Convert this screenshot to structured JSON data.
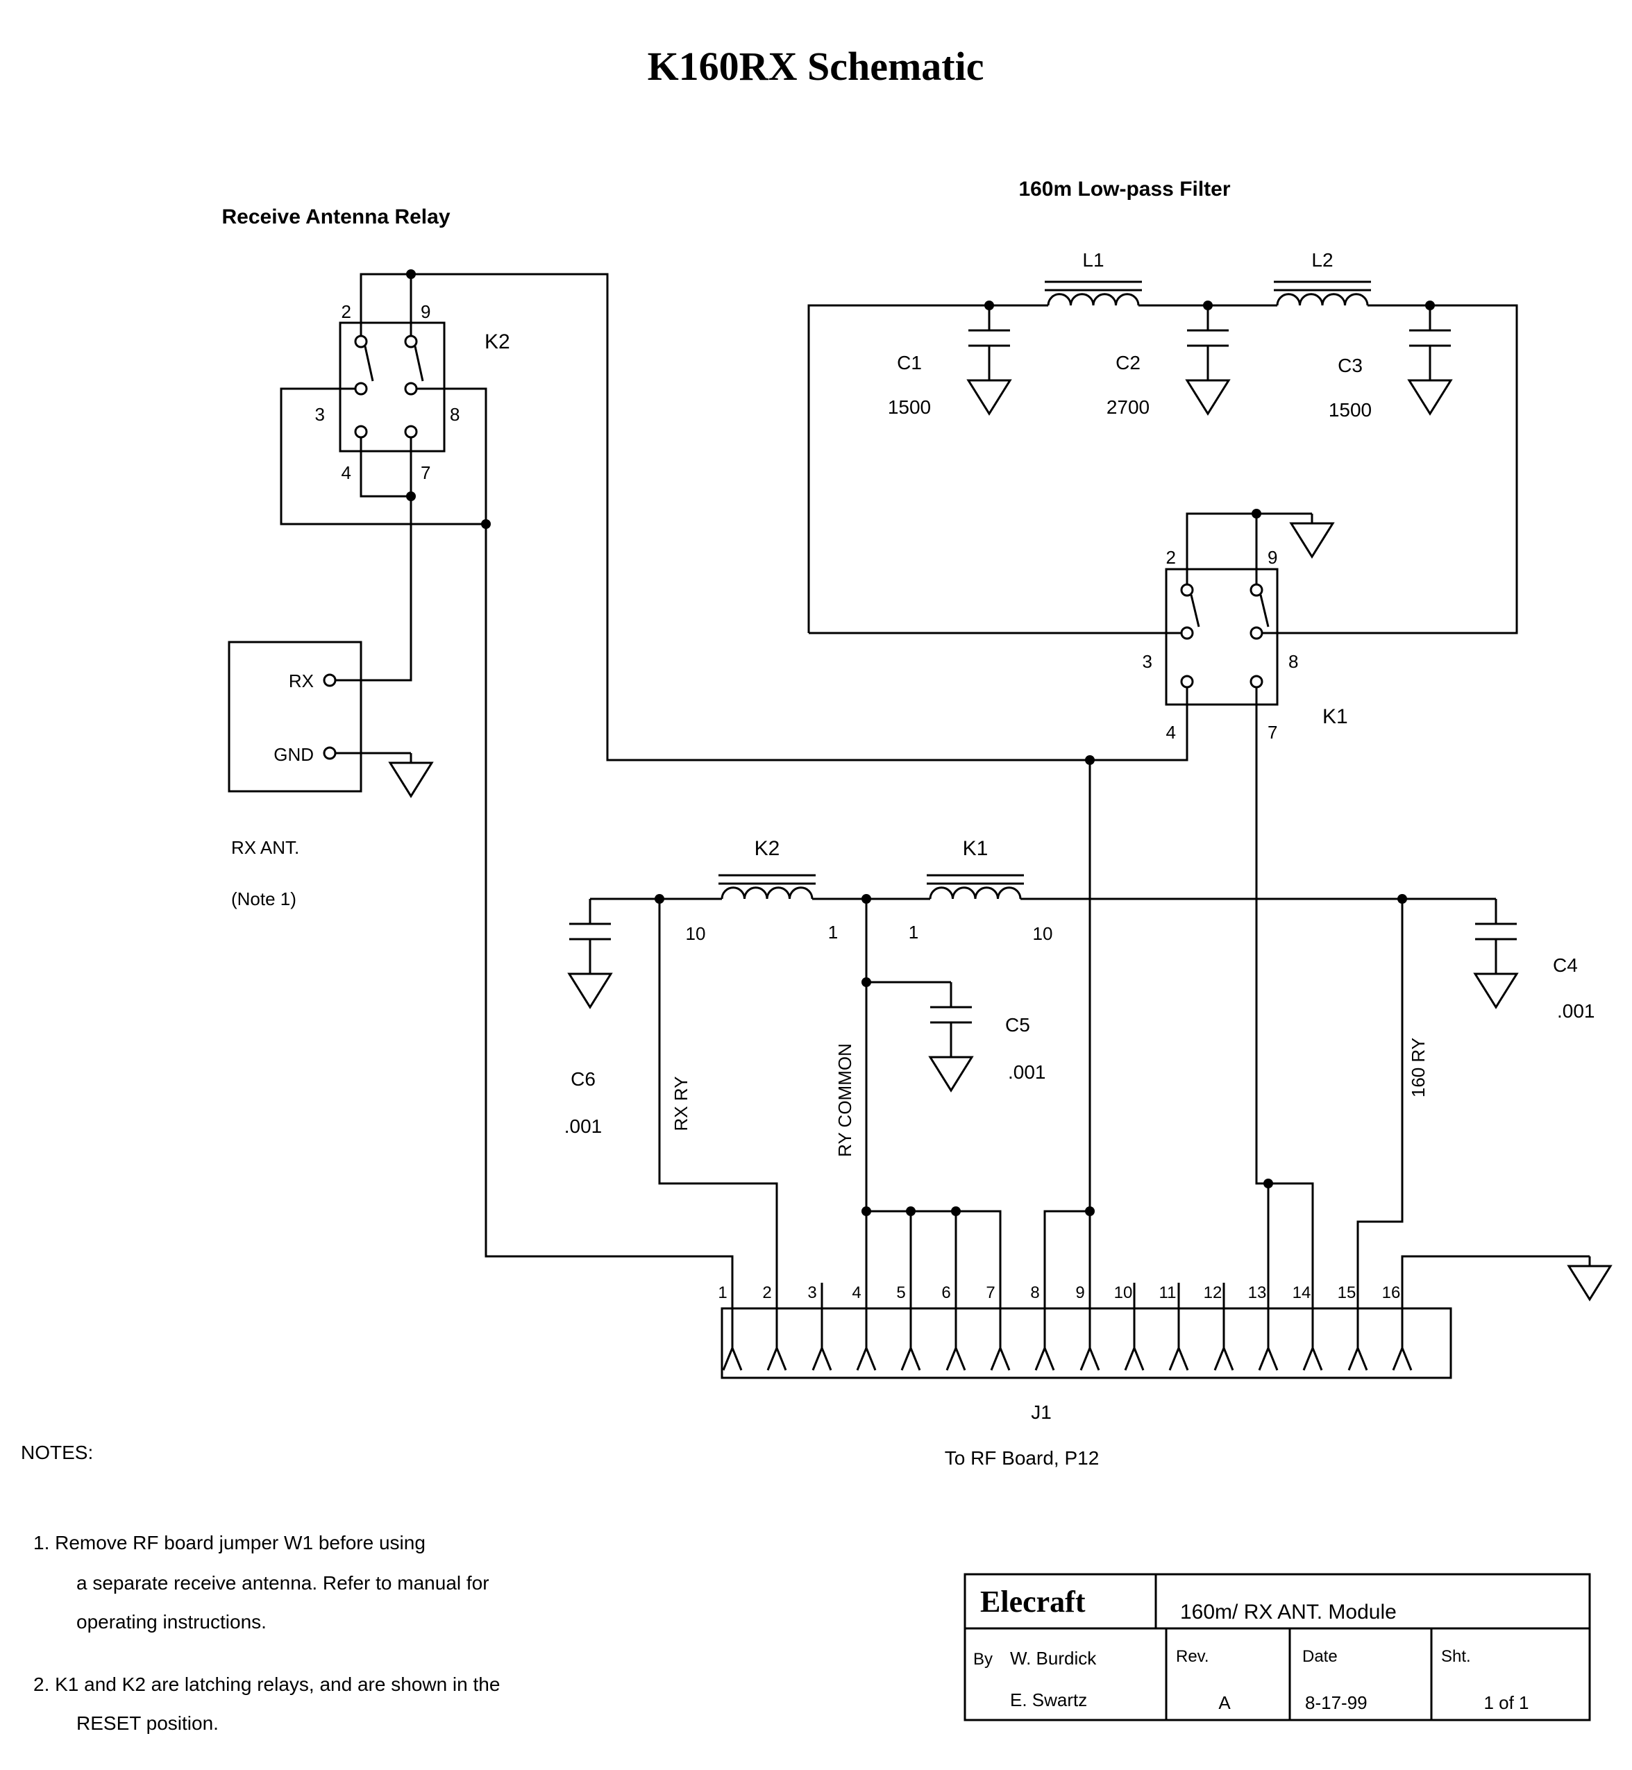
{
  "title": "K160RX Schematic",
  "sections": {
    "receive_relay": "Receive Antenna Relay",
    "lowpass": "160m Low-pass Filter"
  },
  "relay_k2": {
    "name": "K2",
    "pin2": "2",
    "pin9": "9",
    "pin3": "3",
    "pin8": "8",
    "pin4": "4",
    "pin7": "7"
  },
  "relay_k1": {
    "name": "K1",
    "pin2": "2",
    "pin9": "9",
    "pin3": "3",
    "pin8": "8",
    "pin4": "4",
    "pin7": "7"
  },
  "inductors": {
    "l1": "L1",
    "l2": "L2"
  },
  "caps": {
    "c1": {
      "ref": "C1",
      "val": "1500"
    },
    "c2": {
      "ref": "C2",
      "val": "2700"
    },
    "c3": {
      "ref": "C3",
      "val": "1500"
    },
    "c4": {
      "ref": "C4",
      "val": ".001"
    },
    "c5": {
      "ref": "C5",
      "val": ".001"
    },
    "c6": {
      "ref": "C6",
      "val": ".001"
    }
  },
  "rx_ant": {
    "rx": "RX",
    "gnd": "GND",
    "caption": "RX ANT.",
    "note": "(Note 1)"
  },
  "coil_k2": {
    "name": "K2",
    "left_pin": "10",
    "right_pin": "1"
  },
  "coil_k1": {
    "name": "K1",
    "left_pin": "1",
    "right_pin": "10"
  },
  "nets": {
    "rx_ry": "RX RY",
    "ry_common": "RY COMMON",
    "ry_160": "160 RY"
  },
  "j1": {
    "name": "J1",
    "caption": "To RF Board, P12",
    "pins": [
      "1",
      "2",
      "3",
      "4",
      "5",
      "6",
      "7",
      "8",
      "9",
      "10",
      "11",
      "12",
      "13",
      "14",
      "15",
      "16"
    ]
  },
  "notes": {
    "heading": "NOTES:",
    "n1a": "1.  Remove RF board jumper W1 before using",
    "n1b": "a separate receive antenna.  Refer to manual for",
    "n1c": "operating instructions.",
    "n2a": "2.  K1 and K2 are latching relays, and are shown in the",
    "n2b": "RESET position."
  },
  "title_block": {
    "company": "Elecraft",
    "module": "160m/ RX ANT. Module",
    "by_label": "By",
    "by_name1": "W. Burdick",
    "by_name2": "E. Swartz",
    "rev_label": "Rev.",
    "rev": "A",
    "date_label": "Date",
    "date": "8-17-99",
    "sht_label": "Sht.",
    "sht": "1 of 1"
  },
  "colors": {
    "ink": "#000000",
    "paper": "#ffffff"
  }
}
